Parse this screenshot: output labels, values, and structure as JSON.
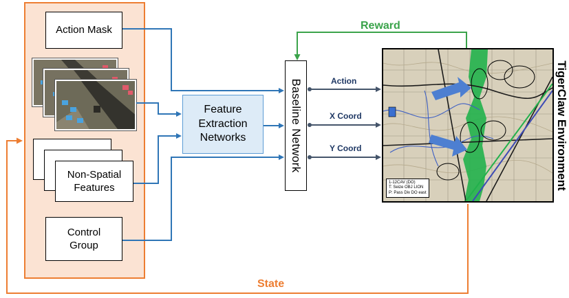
{
  "colors": {
    "state_orange": "#ed7d31",
    "reward_green": "#3aa34a",
    "flow_blue": "#2e75b6",
    "output_navy": "#44546a"
  },
  "inputs": {
    "action_mask": "Action Mask",
    "non_spatial_1": "Non-Spatial",
    "non_spatial_2": "Features",
    "control_group_1": "Control",
    "control_group_2": "Group"
  },
  "feature_extraction": {
    "line1": "Feature",
    "line2": "Extraction",
    "line3": "Networks"
  },
  "baseline_network": "Baseline Network",
  "outputs": {
    "action": "Action",
    "x_coord": "X Coord",
    "y_coord": "Y Coord"
  },
  "reward": "Reward",
  "state": "State",
  "environment": "TigerClaw Environment",
  "map_legend": {
    "line1": "1-12CAV (DO)",
    "line2": "T: Seize OBJ LION",
    "line3": "P: Pass Div DO east"
  }
}
